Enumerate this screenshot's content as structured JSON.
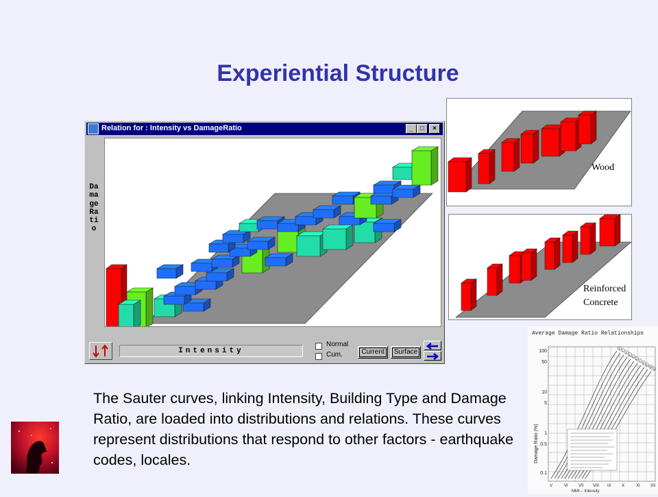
{
  "slide": {
    "title": "Experiential Structure",
    "body": "The Sauter curves, linking Intensity, Building Type and Damage Ratio, are loaded into distributions and relations. These curves represent distributions that respond to other factors - earthquake codes, locales."
  },
  "window": {
    "title": "Relation for : Intensity vs DamageRatio",
    "title_bar_color": "#000080",
    "buttons": {
      "minimize": "_",
      "maximize": "□",
      "close": "×"
    },
    "y_axis_label": "DamageRatio",
    "x_axis_label": "Intensity",
    "checkboxes": [
      {
        "label": "Normal",
        "checked": false
      },
      {
        "label": "Cum.",
        "checked": false
      }
    ],
    "view_buttons": {
      "current": "Current",
      "surface": "Surface"
    },
    "bar_colors": {
      "red": "#ff0000",
      "green": "#66ee22",
      "aqua": "#22ddaa",
      "blue": "#1f6fff"
    }
  },
  "panels": {
    "wood": {
      "label": "Wood",
      "bar_color": "#ff0000"
    },
    "concrete": {
      "label_line1": "Reinforced",
      "label_line2": "Concrete",
      "bar_color": "#ff0000"
    }
  },
  "scan": {
    "title": "Average Damage Ratio Relationships",
    "y_axis_label": "Damage Ratio (%)",
    "x_axis_label": "MMI – Intensity",
    "y_ticks": [
      "100",
      "50",
      "10",
      "5",
      "1",
      "0.5",
      "0.1"
    ],
    "x_ticks": [
      "V",
      "VI",
      "VII",
      "VIII",
      "IX",
      "X",
      "XI",
      "XII"
    ],
    "curve_labels": [
      "1",
      "2",
      "3",
      "4",
      "5",
      "6",
      "7",
      "8",
      "9",
      "10",
      "11"
    ]
  }
}
